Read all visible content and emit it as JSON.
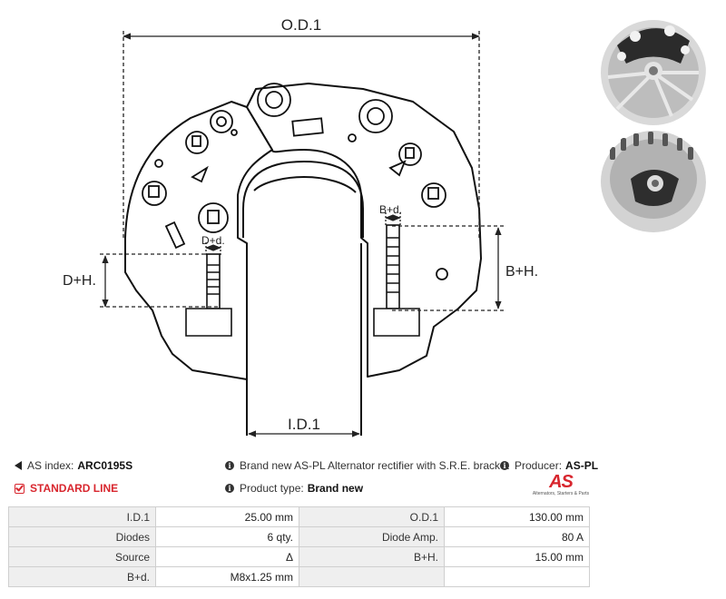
{
  "drawing": {
    "od_label": "O.D.1",
    "id_label": "I.D.1",
    "dh_label": "D+H.",
    "bh_label": "B+H.",
    "dd_label": "D+d.",
    "bd_label": "B+d."
  },
  "photos": [
    {
      "icon": "rectifier-top-photo"
    },
    {
      "icon": "rectifier-bottom-photo"
    }
  ],
  "info": {
    "as_index_label": "AS index:",
    "as_index_value": "ARC0195S",
    "standard_line": "STANDARD LINE",
    "description": "Brand new AS-PL Alternator rectifier with S.R.E. bracket",
    "producer_label": "Producer:",
    "producer_value": "AS-PL",
    "product_type_label": "Product type:",
    "product_type_value": "Brand new"
  },
  "logo": {
    "mark": "AS",
    "tagline": "Alternators, Starters & Parts",
    "accent": "#d8262e"
  },
  "specs": [
    [
      "I.D.1",
      "25.00 mm",
      "O.D.1",
      "130.00 mm"
    ],
    [
      "Diodes",
      "6 qty.",
      "Diode Amp.",
      "80 A"
    ],
    [
      "Source",
      "Δ",
      "B+H.",
      "15.00 mm"
    ],
    [
      "B+d.",
      "M8x1.25 mm",
      "",
      ""
    ]
  ]
}
